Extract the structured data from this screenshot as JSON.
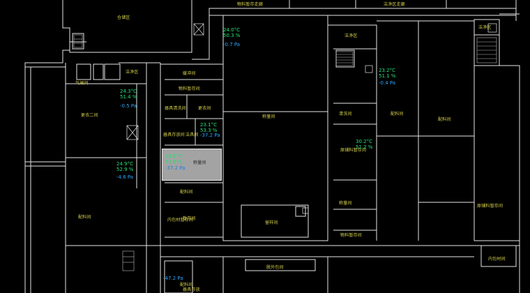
{
  "colors": {
    "background": "#000000",
    "walls": "#e6e6e6",
    "room_label": "#d8d24a",
    "temperature": "#27e07a",
    "humidity": "#27e07a",
    "pressure": "#2aa6ff",
    "selected_room_fill": "#a3a3a3"
  },
  "rooms": {
    "top_left": "仓储区",
    "top_corr_a": "物料暂存走廊",
    "top_corr_b": "洁净区走廊",
    "right_top": "洁净区",
    "mid_b": "洁净区",
    "left_small": "气闸间",
    "left_mid": "更衣二间",
    "left_low": "洁净区",
    "left_big": "配料间",
    "c1": "缓冲间",
    "c2": "物料暂存间",
    "c3": "器具清洗间",
    "c4": "更衣间",
    "c5": "器具存放间",
    "c6": "洁具间",
    "c7": "配料间",
    "c8": "暂存间",
    "c9": "内包材暂存间",
    "c10": "配料间",
    "big_mid": "称量间",
    "r1": "清洗间",
    "r2": "原辅料暂存间",
    "r3": "配料间",
    "r4": "配料间",
    "r5": "称量间",
    "r6": "物料暂存间",
    "r7": "原辅料暂存间",
    "bottom_c": "留样间",
    "bottom_r": "内包材间",
    "bottom_l": "脱外包间",
    "bottom_l2": "器具存放"
  },
  "readings": [
    {
      "id": "top_center",
      "temperature": "24.0°C",
      "humidity": "50.3 %",
      "pressure": "-0.7 Pa"
    },
    {
      "id": "left_upper",
      "temperature": "24.3°C",
      "humidity": "51.4 %",
      "pressure": "-0.5 Pa"
    },
    {
      "id": "center_mid",
      "temperature": "23.1°C",
      "humidity": "53.3 %",
      "pressure": "-37.2 Pa"
    },
    {
      "id": "selected",
      "temperature": "24.6°C",
      "humidity": "52.6 %",
      "pressure": "-37.2 Pa"
    },
    {
      "id": "left_lower",
      "temperature": "24.9°C",
      "humidity": "52.9 %",
      "pressure": "-4.6 Pa"
    },
    {
      "id": "right_upper",
      "temperature": "23.2°C",
      "humidity": "51.1 %",
      "pressure": "-0.4 Pa"
    },
    {
      "id": "right_mid",
      "temperature": "30.2°C",
      "humidity": "51.2 %",
      "pressure": ""
    },
    {
      "id": "bottom",
      "temperature": "",
      "humidity": "",
      "pressure": "-47.2 Pa"
    }
  ],
  "selected_room_label": "称量间"
}
